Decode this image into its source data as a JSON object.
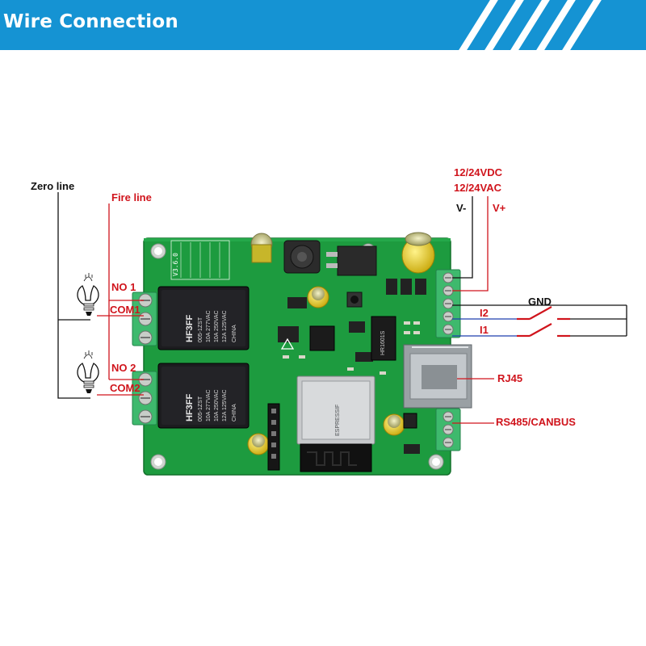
{
  "title": "Wire Connection",
  "labels": {
    "zero_line": "Zero line",
    "fire_line": "Fire line",
    "supply_dc": "12/24VDC",
    "supply_ac": "12/24VAC",
    "v_minus": "V-",
    "v_plus": "V+",
    "gnd": "GND",
    "i2": "I2",
    "i1": "I1",
    "no1": "NO 1",
    "com1": "COM1",
    "no2": "NO 2",
    "com2": "COM2",
    "rj45": "RJ45",
    "rs485_canbus": "RS485/CANBUS"
  },
  "silkscreen": {
    "version": "V3.6.0",
    "relay_brand": "HF3FF",
    "relay_model": "005-1ZST",
    "relay_rating_1": "10A 277VAC",
    "relay_rating_2": "10A 250VAC",
    "relay_rating_3": "12A 125VAC",
    "relay_origin": "CHINA",
    "eth_chip": "HR1601S",
    "module_brand": "ESPRESSIF"
  },
  "colors": {
    "banner": "#1593d3",
    "board": "#1d9b3f",
    "terminal": "#3eb96d",
    "wire_red": "#d0141c",
    "wire_blue": "#1f3fae",
    "wire_black": "#111111"
  }
}
